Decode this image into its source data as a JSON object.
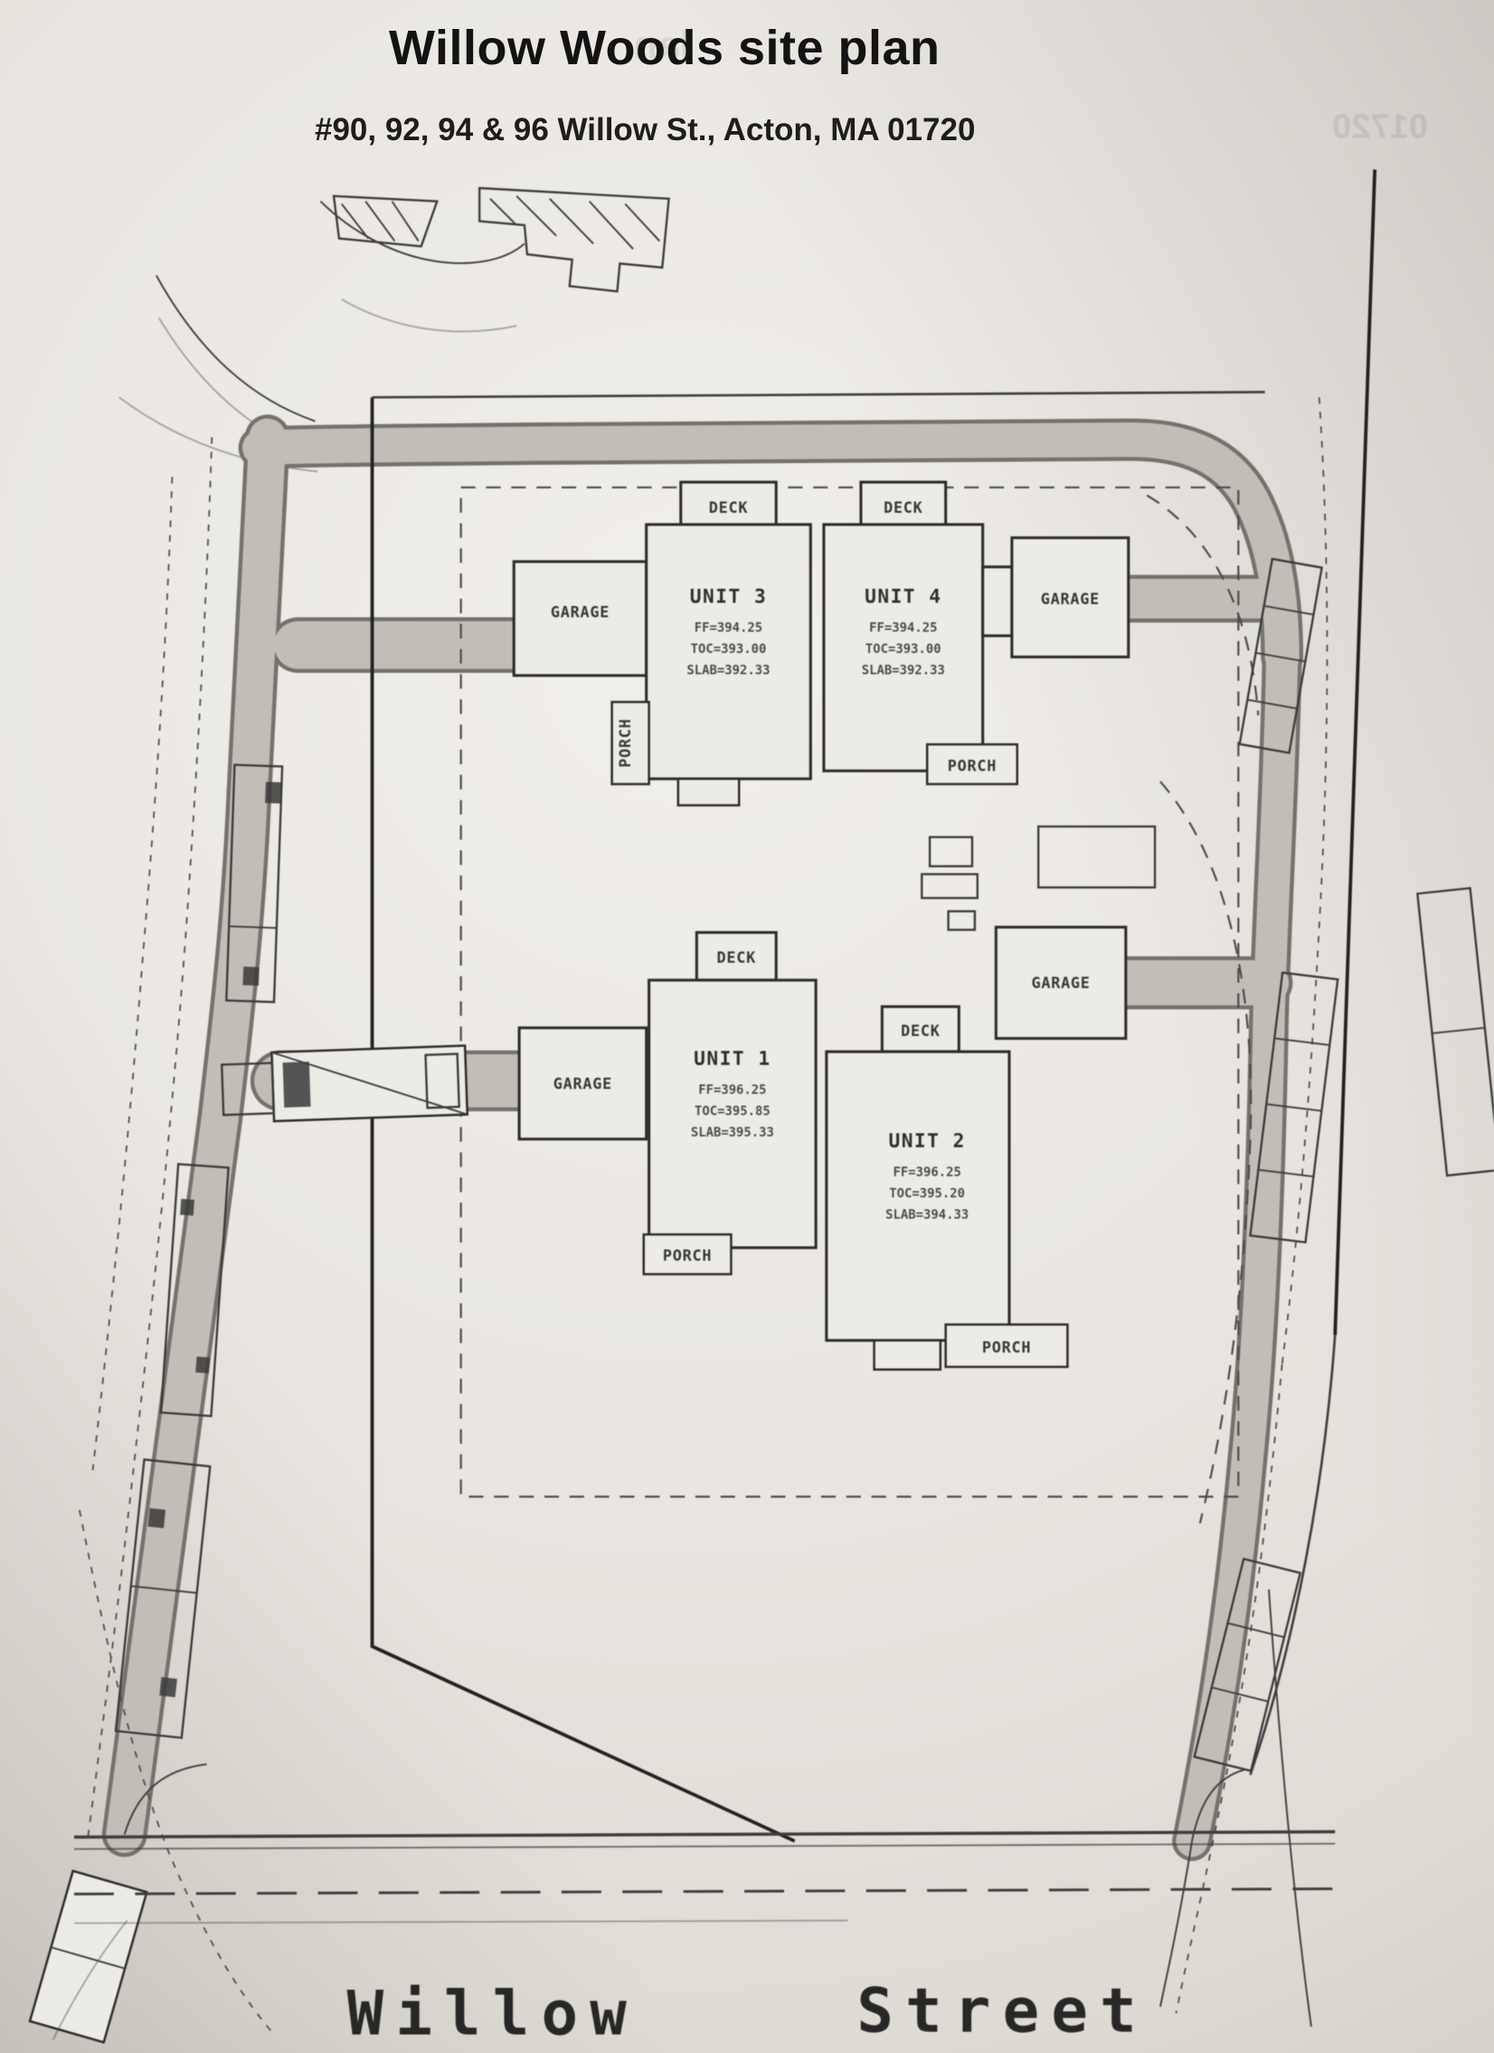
{
  "header": {
    "title": "Willow Woods site plan",
    "subtitle": "#90, 92, 94 & 96 Willow St., Acton, MA 01720"
  },
  "bleed": {
    "word1": "lan",
    "word2": "01720"
  },
  "plan": {
    "street_name": {
      "word1": "Willow",
      "word2": "Street"
    },
    "labels": {
      "deck": "DECK",
      "porch": "PORCH",
      "garage": "GARAGE"
    },
    "units": [
      {
        "name": "UNIT 3",
        "stats": [
          "FF=394.25",
          "TOC=393.00",
          "SLAB=392.33"
        ]
      },
      {
        "name": "UNIT 4",
        "stats": [
          "FF=394.25",
          "TOC=393.00",
          "SLAB=392.33"
        ]
      },
      {
        "name": "UNIT 1",
        "stats": [
          "FF=396.25",
          "TOC=395.85",
          "SLAB=395.33"
        ]
      },
      {
        "name": "UNIT 2",
        "stats": [
          "FF=396.25",
          "TOC=395.20",
          "SLAB=394.33"
        ]
      }
    ]
  }
}
